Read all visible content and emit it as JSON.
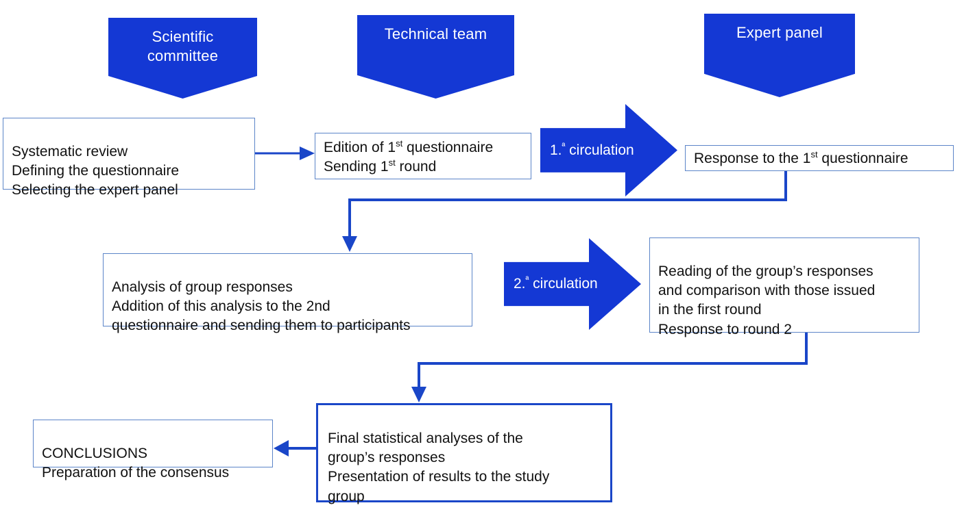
{
  "diagram": {
    "title": "Delphi consensus process flowchart",
    "colors": {
      "primary_blue": "#1438D4",
      "box_border": "#5B84C8",
      "box_border_strong": "#1A46C8",
      "connector": "#1A46C8",
      "text": "#111111",
      "banner_text": "#ffffff",
      "background": "#ffffff"
    },
    "columns": [
      {
        "key": "scientific_committee",
        "label": "Scientific\ncommittee"
      },
      {
        "key": "technical_team",
        "label": "Technical team"
      },
      {
        "key": "expert_panel",
        "label": "Expert panel"
      }
    ],
    "boxes": [
      {
        "key": "systematic_review",
        "text": "Systematic review\nDefining the questionnaire\nSelecting the expert panel"
      },
      {
        "key": "edition_first_questionnaire",
        "line1_pre": "Edition of 1",
        "line1_sup": "st",
        "line1_post": " questionnaire",
        "line2_pre": "Sending 1",
        "line2_sup": "st",
        "line2_post": " round"
      },
      {
        "key": "response_first_questionnaire",
        "line1_pre": "Response to the 1",
        "line1_sup": "st",
        "line1_post": " questionnaire"
      },
      {
        "key": "analysis_group_responses",
        "text": "Analysis of group responses\nAddition of this analysis to the 2nd\nquestionnaire and sending them to participants"
      },
      {
        "key": "reading_group_responses",
        "text": "Reading of the group’s responses\nand comparison with those issued\nin the first round\nResponse to round 2"
      },
      {
        "key": "final_statistical_analyses",
        "text": "Final statistical analyses of the\ngroup’s responses\nPresentation of results to the study\ngroup"
      },
      {
        "key": "conclusions",
        "text": "CONCLUSIONS\nPreparation of the consensus"
      }
    ],
    "arrows": [
      {
        "key": "first_circulation",
        "num": "1.",
        "sup": "ª",
        "label": " circulation"
      },
      {
        "key": "second_circulation",
        "num": "2.",
        "sup": "ª",
        "label": " circulation"
      }
    ],
    "connectors": [
      {
        "key": "committee-to-technical",
        "kind": "straight-right-arrow"
      },
      {
        "key": "response1-to-analysis",
        "kind": "elbow-down-left-down-arrow"
      },
      {
        "key": "reading-to-final",
        "kind": "elbow-down-left-down-arrow"
      },
      {
        "key": "final-to-conclusions",
        "kind": "straight-left-arrow"
      }
    ]
  }
}
